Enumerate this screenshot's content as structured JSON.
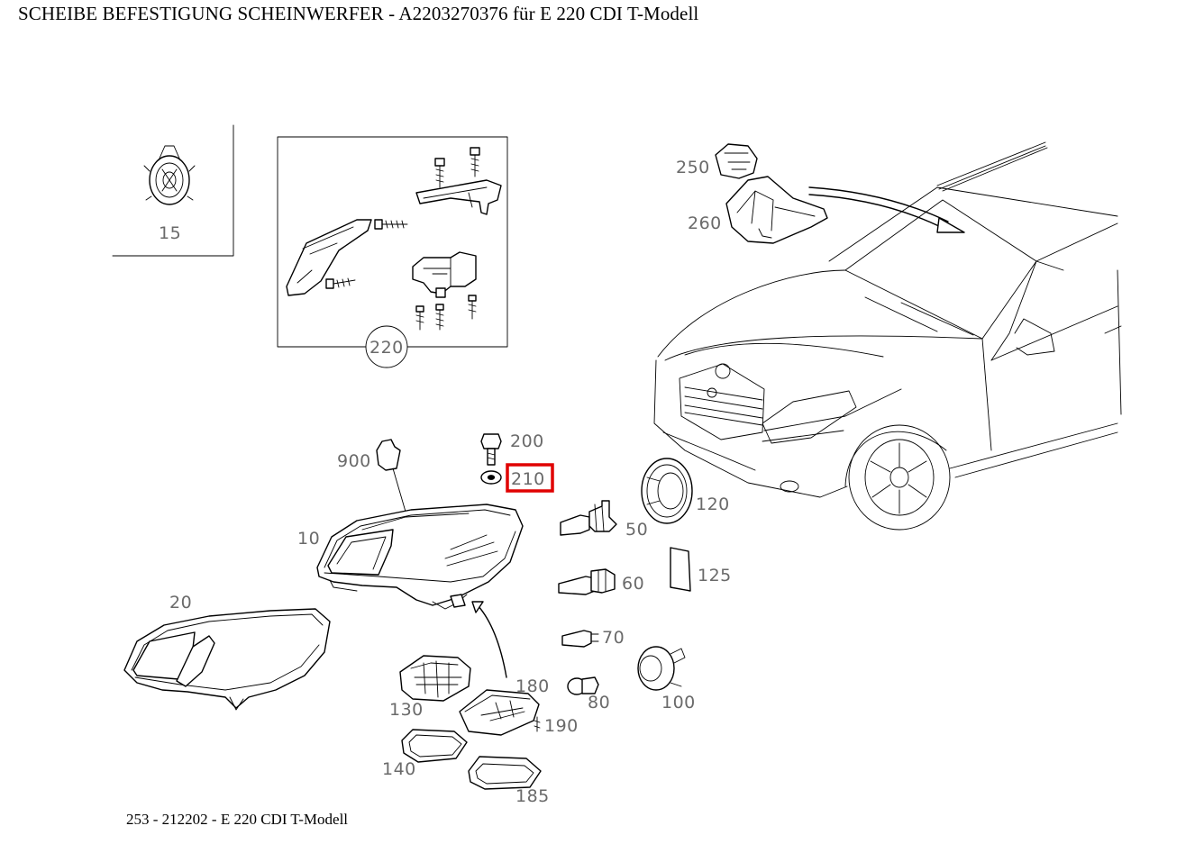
{
  "page": {
    "title": "SCHEIBE BEFESTIGUNG SCHEINWERFER - A2203270376 für E 220 CDI T-Modell",
    "footer": "253 - 212202 - E 220 CDI T-Modell"
  },
  "parts": {
    "p15": "15",
    "p220": "220",
    "p250": "250",
    "p260": "260",
    "p900": "900",
    "p200": "200",
    "p210": "210",
    "p10": "10",
    "p20": "20",
    "p50": "50",
    "p120": "120",
    "p60": "60",
    "p125": "125",
    "p70": "70",
    "p80": "80",
    "p100": "100",
    "p180": "180",
    "p130": "130",
    "p190": "190",
    "p140": "140",
    "p185": "185"
  },
  "highlight": {
    "part": "210",
    "color": "#e00000"
  }
}
